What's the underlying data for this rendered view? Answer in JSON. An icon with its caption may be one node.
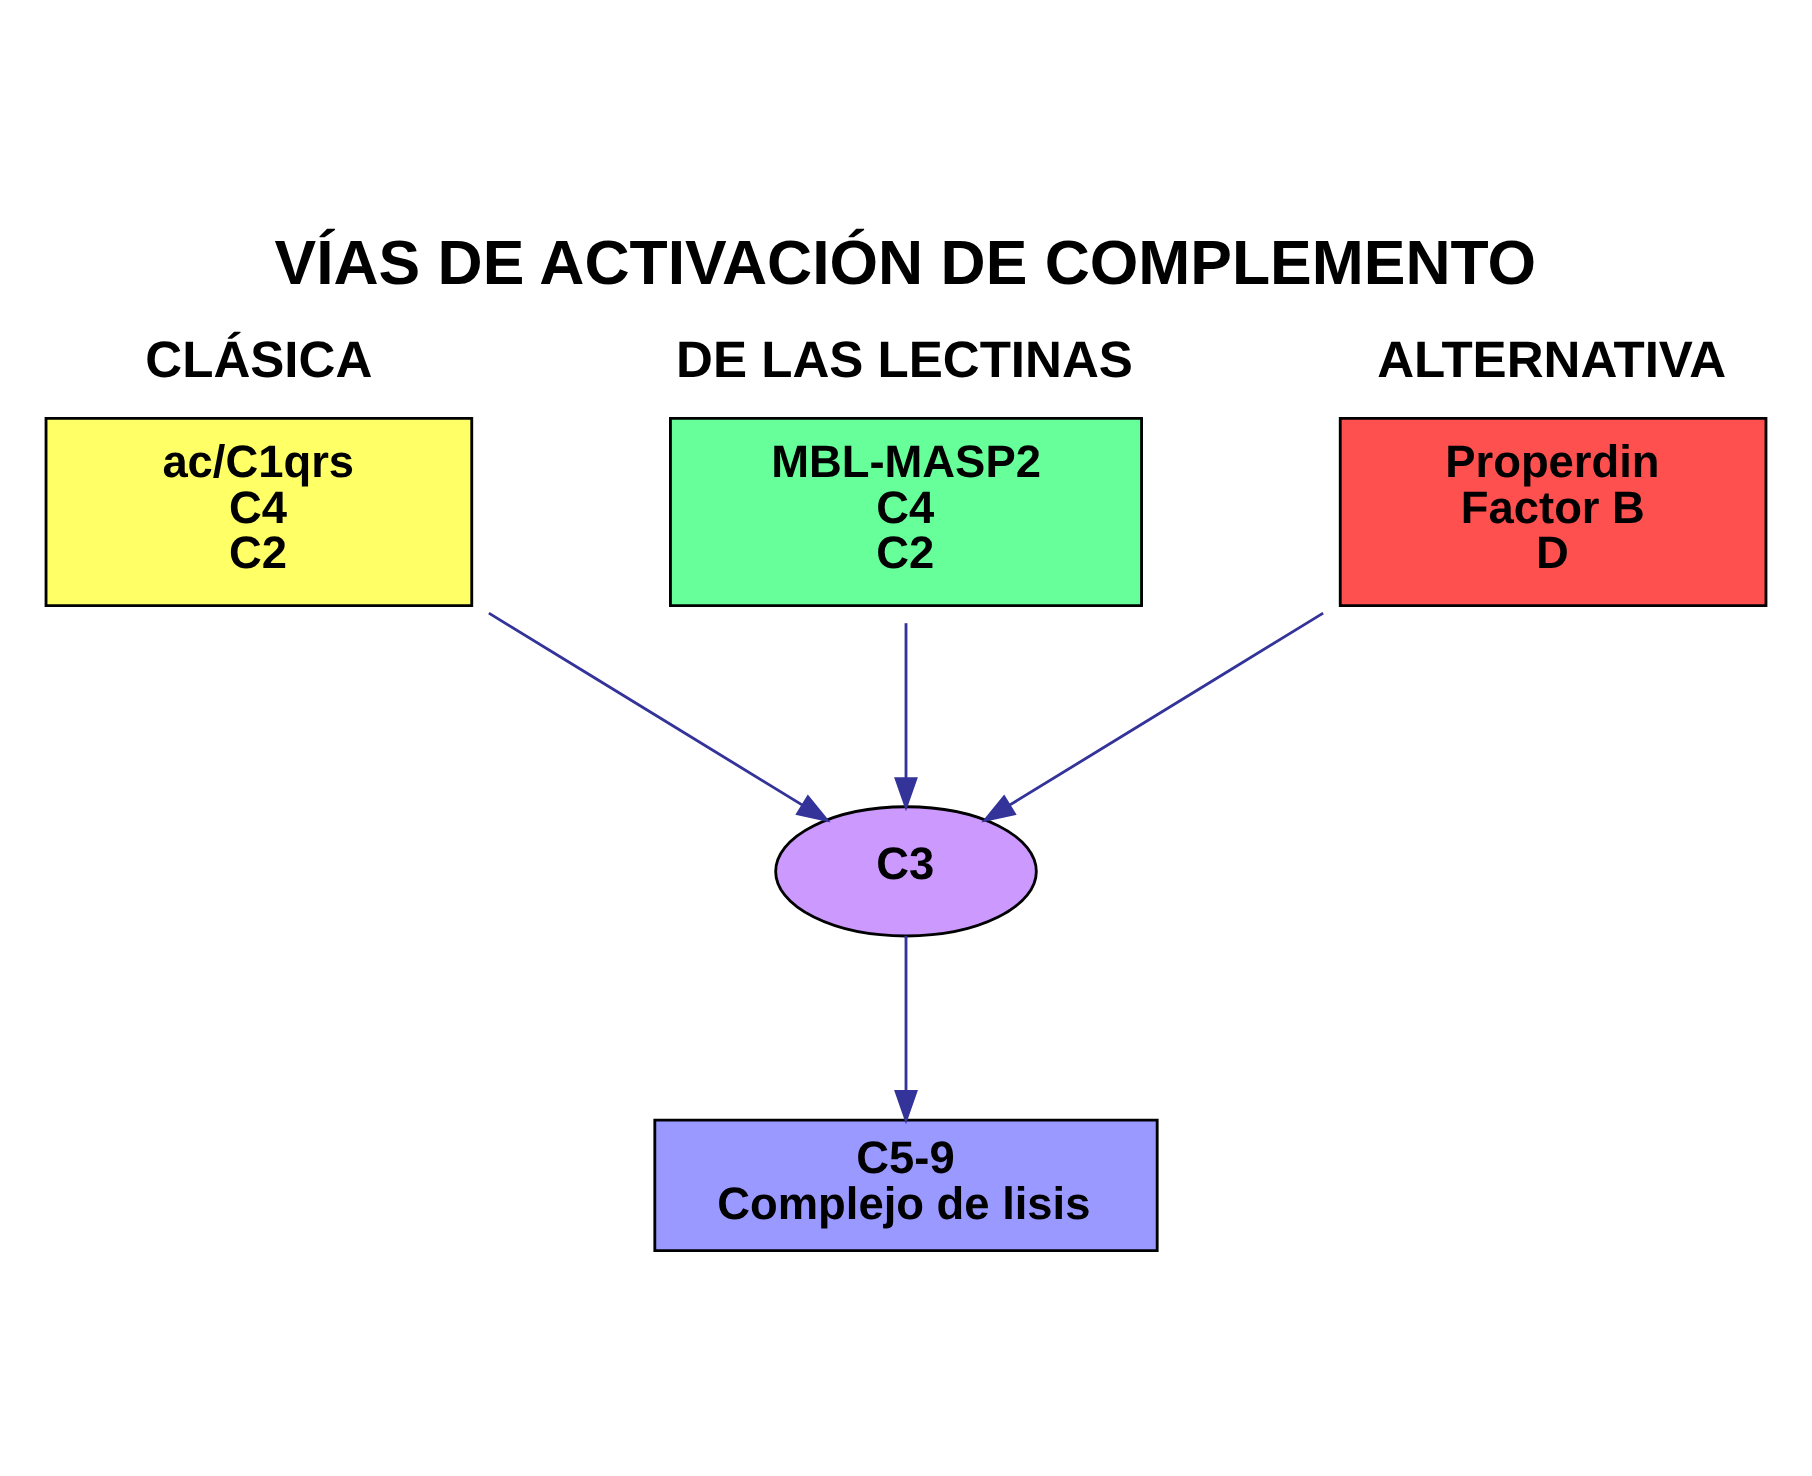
{
  "diagram": {
    "title": "VÍAS DE ACTIVACIÓN DE COMPLEMENTO",
    "nodes": [
      {
        "text": [
          "CLÁSICA",
          "ac/C1qrs",
          "C4",
          "C2"
        ]
      },
      {
        "text": [
          "DE LAS LECTINAS",
          "MBL-MASP2",
          "C4",
          "C2"
        ]
      },
      {
        "text": [
          "ALTERNATIVA",
          "Properdin",
          "Factor B",
          "D"
        ]
      },
      {
        "text": [
          "C3"
        ]
      },
      {
        "text": [
          "C5-9",
          "Complejo de lisis"
        ]
      }
    ],
    "edges": [
      {
        "from": 0,
        "to": 3,
        "arrow": "to"
      },
      {
        "from": 1,
        "to": 3,
        "arrow": "to"
      },
      {
        "from": 2,
        "to": 3,
        "arrow": "to"
      },
      {
        "from": 3,
        "to": 4,
        "arrow": "to"
      }
    ]
  }
}
